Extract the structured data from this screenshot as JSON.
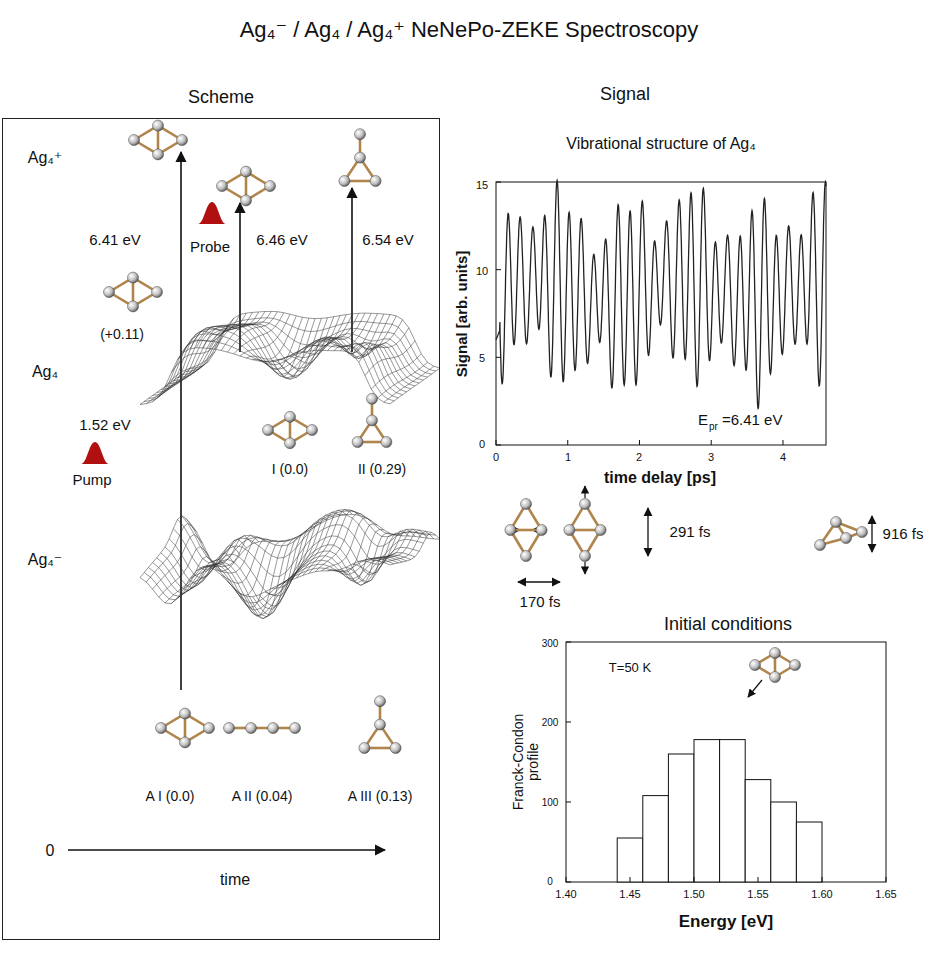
{
  "diagram": {
    "title": "Ag₄⁻ / Ag₄ / Ag₄⁺  NeNePo-ZEKE Spectroscopy",
    "nodes": [
      {
        "text": [
          "Scheme"
        ]
      }
    ],
    "labels": [
      "Ag₄⁺",
      "6.41 eV",
      "Probe",
      "6.46 eV",
      "6.54 eV",
      "(+0.11)",
      "Ag₄",
      "1.52 eV",
      "Pump",
      "I (0.0)",
      "II (0.29)",
      "Ag₄⁻",
      "A I (0.0)",
      "A II (0.04)",
      "A III (0.13)",
      "0",
      "time",
      "Signal",
      "Vibrational structure of Ag₄",
      "15",
      "10",
      "5",
      "0",
      "Signal [arb. units]",
      "0",
      "1",
      "2",
      "3",
      "4",
      "E",
      "pr",
      "=6.41 eV",
      "time delay [ps]",
      "291 fs",
      "170 fs",
      "916 fs",
      "Initial conditions",
      "300",
      "200",
      "100",
      "0",
      "Franck-Condon profile",
      "T=50 K",
      "1.40",
      "1.45",
      "1.50",
      "1.55",
      "1.60",
      "1.65",
      "Energy [eV]"
    ]
  }
}
